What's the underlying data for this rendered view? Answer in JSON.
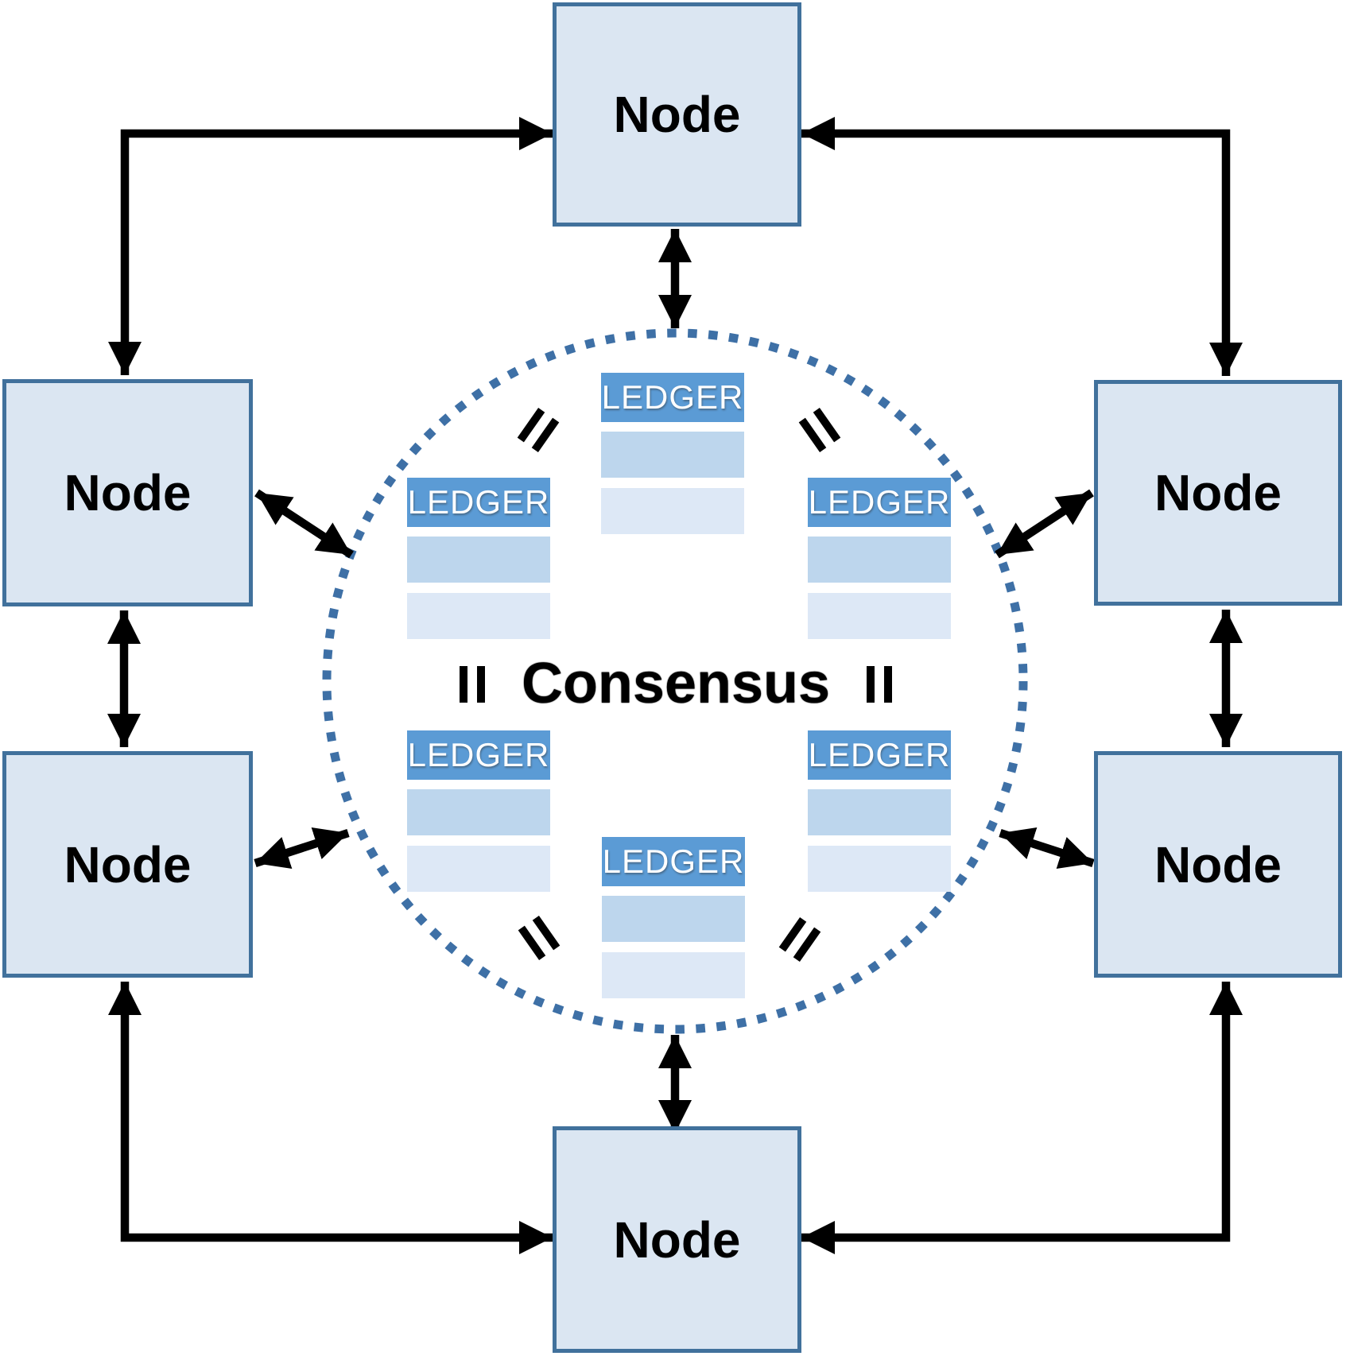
{
  "diagram": {
    "type": "distributed-ledger-consensus-network",
    "center_label": "Consensus"
  },
  "nodes": [
    {
      "id": "top",
      "label": "Node"
    },
    {
      "id": "upper-left",
      "label": "Node"
    },
    {
      "id": "upper-right",
      "label": "Node"
    },
    {
      "id": "lower-left",
      "label": "Node"
    },
    {
      "id": "lower-right",
      "label": "Node"
    },
    {
      "id": "bottom",
      "label": "Node"
    }
  ],
  "ledgers": [
    {
      "id": "top",
      "title": "LEDGER",
      "rows": 2
    },
    {
      "id": "upper-left",
      "title": "LEDGER",
      "rows": 2
    },
    {
      "id": "upper-right",
      "title": "LEDGER",
      "rows": 2
    },
    {
      "id": "lower-left",
      "title": "LEDGER",
      "rows": 2
    },
    {
      "id": "lower-right",
      "title": "LEDGER",
      "rows": 2
    },
    {
      "id": "bottom",
      "title": "LEDGER",
      "rows": 2
    }
  ],
  "icons": {
    "equals_sign": "=",
    "connector": "double-headed-arrow"
  },
  "colors": {
    "node_fill": "#dbe6f2",
    "node_border": "#41719c",
    "ledger_header": "#5b9bd5",
    "ledger_row_medium": "#bdd6ed",
    "ledger_row_light": "#dde8f6",
    "circle_dots": "#3e70a6",
    "arrows": "#000000",
    "text": "#000000",
    "ledger_text": "#ffffff"
  }
}
